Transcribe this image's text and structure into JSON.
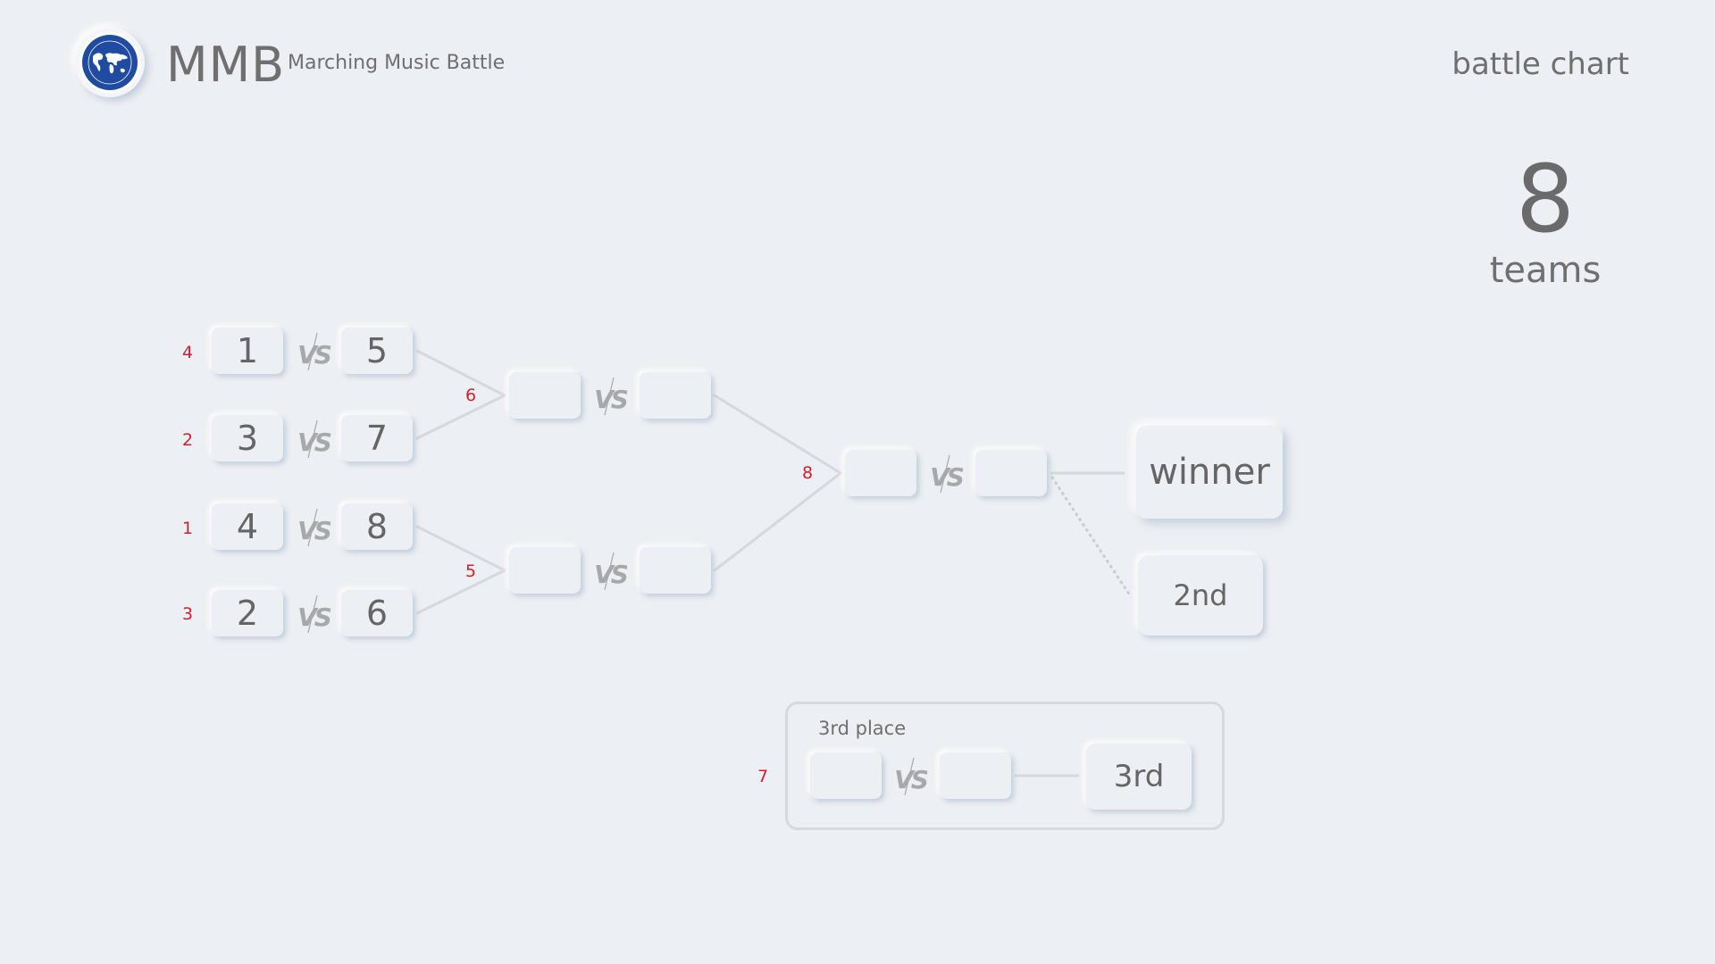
{
  "header": {
    "brand_short": "MMB",
    "brand_full": "Marching Music Battle",
    "page_label": "battle chart",
    "logo_icon": "world-map-emblem-icon"
  },
  "summary": {
    "team_count": "8",
    "team_word": "teams"
  },
  "colors": {
    "background": "#eceff3",
    "text": "#6b6b6d",
    "seed_red": "#d0202e",
    "connector": "#d5d8dc",
    "logo_blue": "#1f4ba0"
  },
  "vs_label": "VS",
  "round1": [
    {
      "match": "4",
      "team_a": "1",
      "team_b": "5"
    },
    {
      "match": "2",
      "team_a": "3",
      "team_b": "7"
    },
    {
      "match": "1",
      "team_a": "4",
      "team_b": "8"
    },
    {
      "match": "3",
      "team_a": "2",
      "team_b": "6"
    }
  ],
  "semifinals": [
    {
      "match": "6",
      "team_a": "",
      "team_b": ""
    },
    {
      "match": "5",
      "team_a": "",
      "team_b": ""
    }
  ],
  "final": {
    "match": "8",
    "team_a": "",
    "team_b": ""
  },
  "results": {
    "winner": "winner",
    "second": "2nd"
  },
  "third_place": {
    "title": "3rd place",
    "match": "7",
    "team_a": "",
    "team_b": "",
    "result": "3rd"
  }
}
